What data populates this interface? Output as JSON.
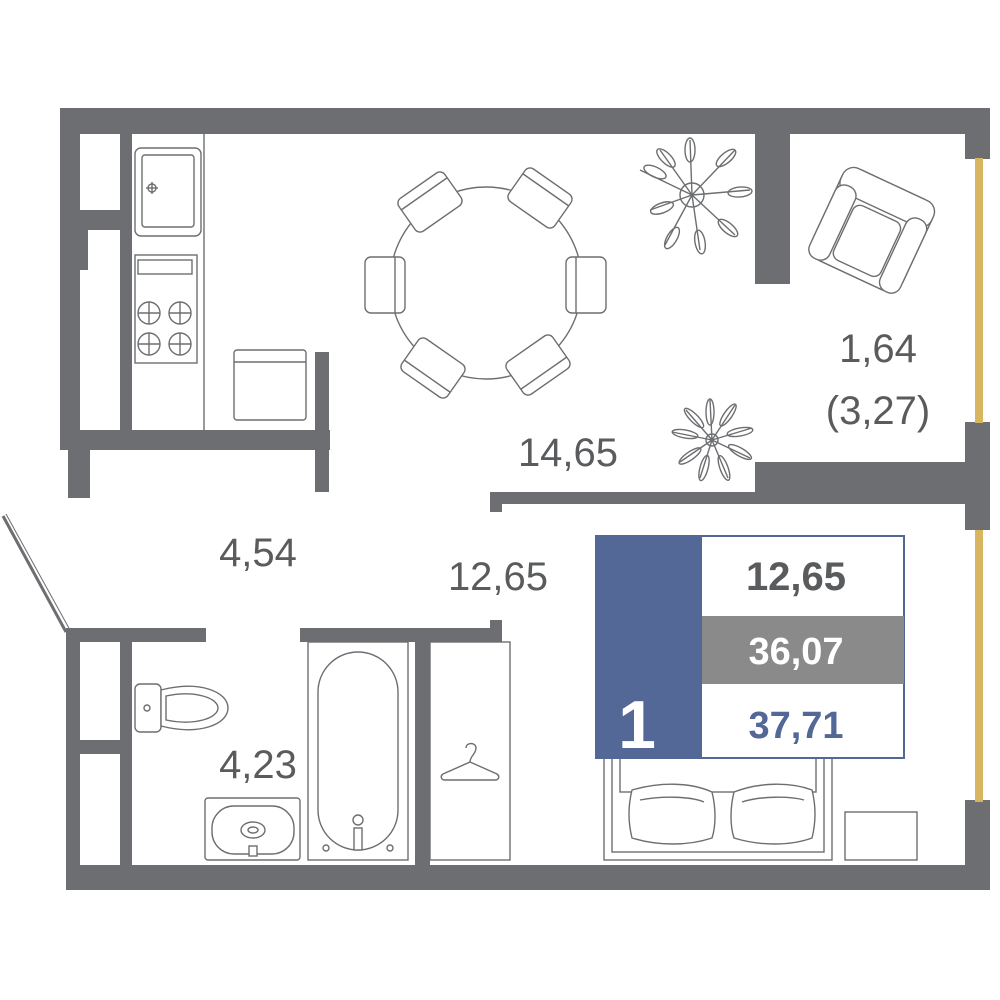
{
  "colors": {
    "wall": "#6d6e71",
    "window": "#d8b560",
    "badge": "#536896",
    "total_bg": "#8a8a8a",
    "text": "#5a5b5d",
    "living_text": "#536896"
  },
  "rooms": {
    "kitchen_living": "14,65",
    "balcony_area": "1,64",
    "balcony_full": "(3,27)",
    "hallway": "4,54",
    "bedroom": "12,65",
    "bathroom": "4,23"
  },
  "summary": {
    "rooms_count": "1",
    "room_area": "12,65",
    "living_area": "36,07",
    "total_area": "37,71"
  },
  "icons": [
    "sink-icon",
    "stove-icon",
    "fridge-icon",
    "dining-table-icon",
    "armchair-icon",
    "plant-icon",
    "toilet-icon",
    "washbasin-icon",
    "bathtub-icon",
    "hanger-icon",
    "bed-icon",
    "pillow-icon",
    "nightstand-icon",
    "door-swing-icon"
  ]
}
